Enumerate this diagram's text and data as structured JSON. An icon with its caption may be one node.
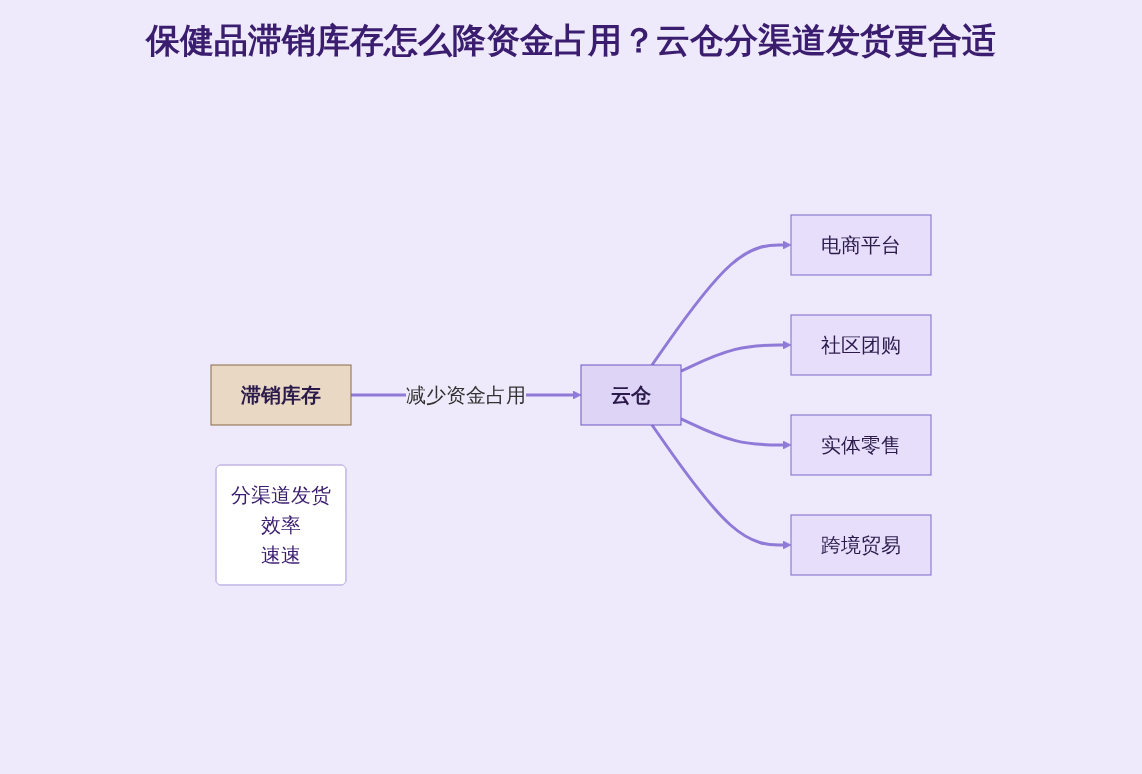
{
  "diagram": {
    "title": "保健品滞销库存怎么降资金占用？云仓分渠道发货更合适",
    "nodes": [
      {
        "text": [
          "滞销库存"
        ]
      },
      {
        "text": [
          "分渠道发货",
          "效率",
          "速速"
        ]
      },
      {
        "text": [
          "云仓"
        ]
      },
      {
        "text": [
          "电商平台"
        ]
      },
      {
        "text": [
          "社区团购"
        ]
      },
      {
        "text": [
          "实体零售"
        ]
      },
      {
        "text": [
          "跨境贸易"
        ]
      }
    ],
    "edges": [
      {
        "from": 0,
        "to": 2,
        "arrow": "to",
        "label": "减少资金占用"
      },
      {
        "from": 2,
        "to": 3,
        "arrow": "to"
      },
      {
        "from": 2,
        "to": 4,
        "arrow": "to"
      },
      {
        "from": 2,
        "to": 5,
        "arrow": "to"
      },
      {
        "from": 2,
        "to": 6,
        "arrow": "to"
      }
    ]
  }
}
